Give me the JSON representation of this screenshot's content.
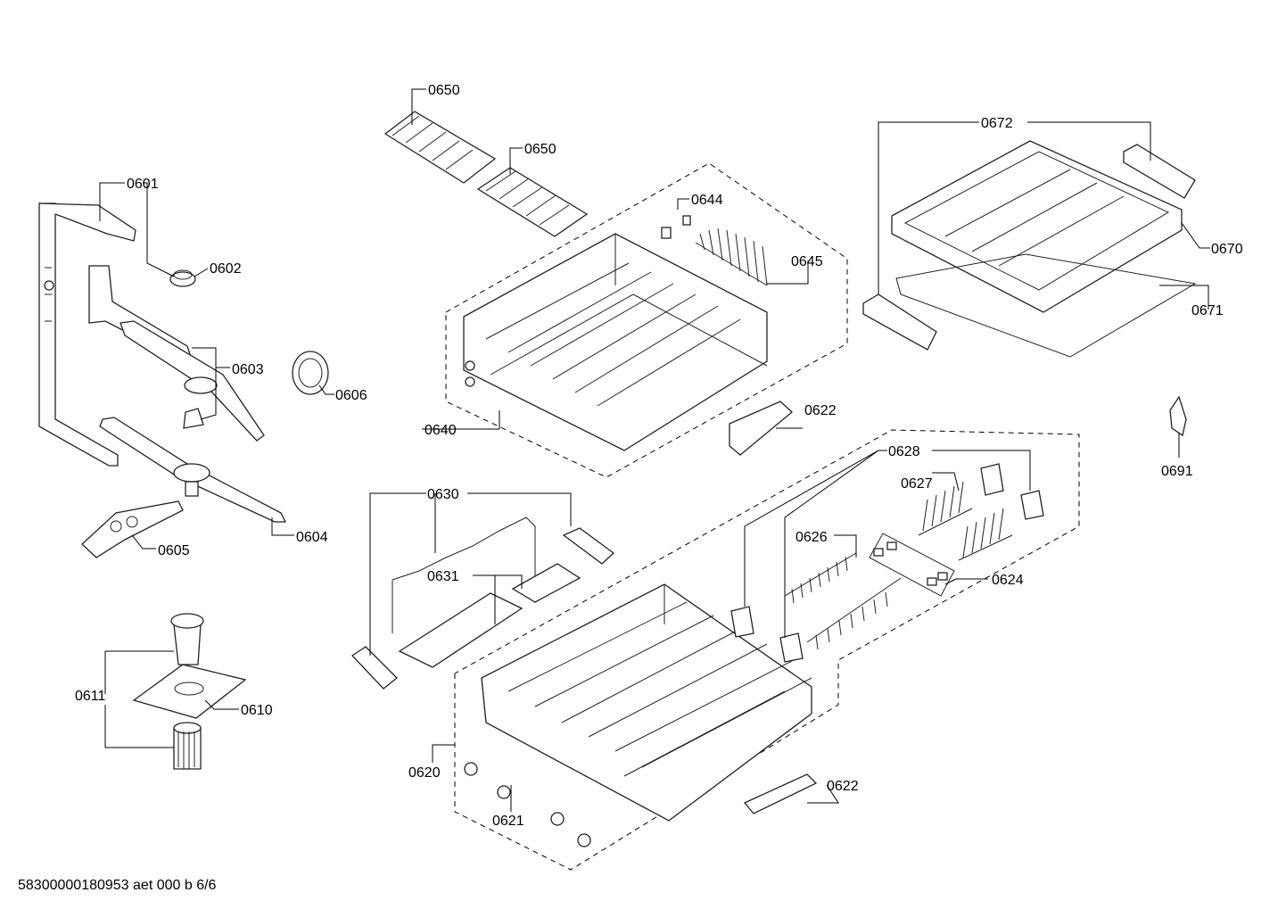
{
  "diagram": {
    "type": "exploded-parts-view",
    "callouts": {
      "c0601": "0601",
      "c0602": "0602",
      "c0603": "0603",
      "c0604": "0604",
      "c0605": "0605",
      "c0606": "0606",
      "c0610": "0610",
      "c0611": "0611",
      "c0620": "0620",
      "c0621": "0621",
      "c0622a": "0622",
      "c0622b": "0622",
      "c0624": "0624",
      "c0626": "0626",
      "c0627": "0627",
      "c0628": "0628",
      "c0630": "0630",
      "c0631": "0631",
      "c0640": "0640",
      "c0644": "0644",
      "c0645": "0645",
      "c0650a": "0650",
      "c0650b": "0650",
      "c0670": "0670",
      "c0671": "0671",
      "c0672": "0672",
      "c0691": "0691"
    },
    "document_id": "58300000180953 aet 000 b 6/6"
  }
}
